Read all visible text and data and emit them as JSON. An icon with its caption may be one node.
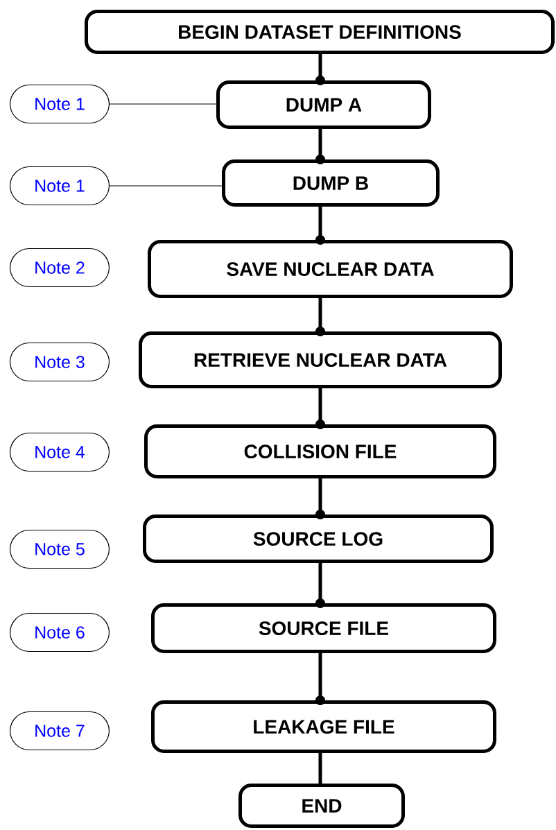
{
  "diagram": {
    "nodes": [
      {
        "text": [
          "BEGIN DATASET DEFINITIONS"
        ]
      },
      {
        "text": [
          "Note 1"
        ]
      },
      {
        "text": [
          "DUMP  A"
        ]
      },
      {
        "text": [
          "Note 1"
        ]
      },
      {
        "text": [
          "DUMP B"
        ]
      },
      {
        "text": [
          "Note 2"
        ]
      },
      {
        "text": [
          "SAVE NUCLEAR DATA"
        ]
      },
      {
        "text": [
          "Note 3"
        ]
      },
      {
        "text": [
          "RETRIEVE NUCLEAR DATA"
        ]
      },
      {
        "text": [
          "Note 4"
        ]
      },
      {
        "text": [
          "COLLISION FILE"
        ]
      },
      {
        "text": [
          "Note 5"
        ]
      },
      {
        "text": [
          "SOURCE LOG"
        ]
      },
      {
        "text": [
          "Note 6"
        ]
      },
      {
        "text": [
          "SOURCE FILE"
        ]
      },
      {
        "text": [
          "Note 7"
        ]
      },
      {
        "text": [
          "LEAKAGE FILE"
        ]
      },
      {
        "text": [
          "END"
        ]
      }
    ],
    "edges": [
      {
        "from": 0,
        "to": 2,
        "arrow": "other"
      },
      {
        "from": 1,
        "to": 2,
        "arrow": "none"
      },
      {
        "from": 2,
        "to": 4,
        "arrow": "other"
      },
      {
        "from": 3,
        "to": 4,
        "arrow": "none"
      },
      {
        "from": 4,
        "to": 6,
        "arrow": "other"
      },
      {
        "from": 6,
        "to": 8,
        "arrow": "other"
      },
      {
        "from": 8,
        "to": 10,
        "arrow": "other"
      },
      {
        "from": 10,
        "to": 12,
        "arrow": "other"
      },
      {
        "from": 12,
        "to": 14,
        "arrow": "other"
      },
      {
        "from": 14,
        "to": 16,
        "arrow": "other"
      },
      {
        "from": 16,
        "to": 17,
        "arrow": "none"
      }
    ]
  }
}
